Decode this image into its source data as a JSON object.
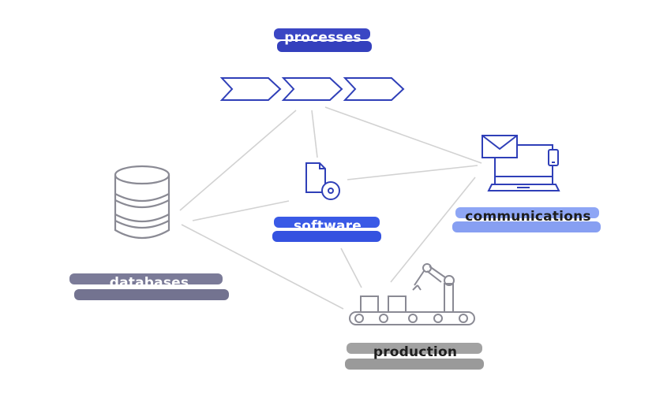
{
  "colors": {
    "connector": "#cfcfcf",
    "icon_gray": "#8a8a94",
    "icon_blue": "#2f3fb8",
    "processes_bg": "#3b47c4",
    "software_bg": "#3a5ae6",
    "communications_bg": "#8ea6f5",
    "databases_bg": "#7b7b98",
    "production_bg": "#9d9d9d"
  },
  "nodes": {
    "processes": {
      "label": "processes",
      "icon": "chevron-arrows-icon"
    },
    "software": {
      "label": "software",
      "icon": "document-disc-icon"
    },
    "communications": {
      "label": "communications",
      "icon": "envelope-laptop-phone-icon"
    },
    "databases": {
      "label": "databases",
      "icon": "database-cylinder-icon"
    },
    "production": {
      "label": "production",
      "icon": "conveyor-robot-arm-icon"
    }
  }
}
